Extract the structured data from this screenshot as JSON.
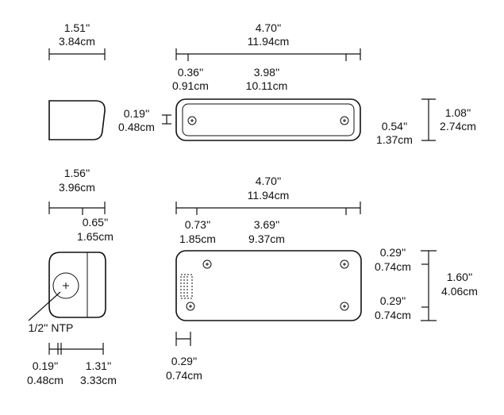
{
  "dims": {
    "top_left_width": [
      "1.51''",
      "3.84cm"
    ],
    "top_total_length": [
      "4.70''",
      "11.94cm"
    ],
    "top_end_offset": [
      "0.36''",
      "0.91cm"
    ],
    "top_hole_spacing": [
      "3.98''",
      "10.11cm"
    ],
    "top_rim": [
      "0.19''",
      "0.48cm"
    ],
    "top_hole_height": [
      "0.54''",
      "1.37cm"
    ],
    "top_height": [
      "1.08''",
      "2.74cm"
    ],
    "bottom_left_width": [
      "1.56''",
      "3.96cm"
    ],
    "bottom_left_offset": [
      "0.65''",
      "1.65cm"
    ],
    "bottom_total_length": [
      "4.70''",
      "11.94cm"
    ],
    "bottom_end_offset": [
      "0.73''",
      "1.85cm"
    ],
    "bottom_hole_spacing": [
      "3.69''",
      "9.37cm"
    ],
    "bottom_right_upper": [
      "0.29''",
      "0.74cm"
    ],
    "bottom_height": [
      "1.60''",
      "4.06cm"
    ],
    "bottom_right_lower": [
      "0.29''",
      "0.74cm"
    ],
    "bottom_under_offset": [
      "0.29''",
      "0.74cm"
    ],
    "port_label": "1/2'' NTP",
    "port_left": [
      "0.19''",
      "0.48cm"
    ],
    "port_right": [
      "1.31''",
      "3.33cm"
    ]
  }
}
